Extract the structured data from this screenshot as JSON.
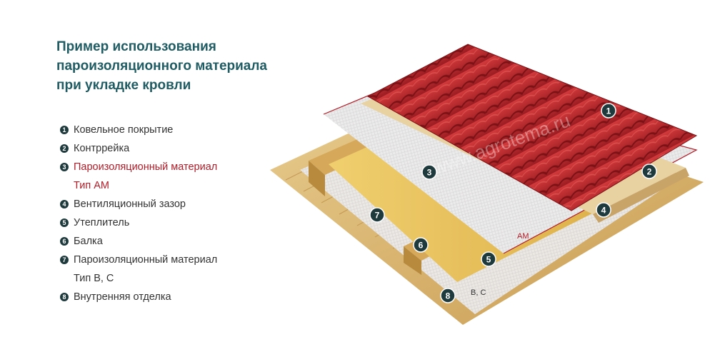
{
  "title": {
    "line1": "Пример использования",
    "line2": "пароизоляционного материала",
    "line3": "при укладке кровли"
  },
  "legend": [
    {
      "number": "1",
      "text": "Ковельное покрытие",
      "sub": ""
    },
    {
      "number": "2",
      "text": "Контррейка",
      "sub": ""
    },
    {
      "number": "3",
      "text": "Пароизоляционный материал",
      "sub": "Тип АМ",
      "color": "#b11d28"
    },
    {
      "number": "4",
      "text": "Вентиляционный зазор",
      "sub": ""
    },
    {
      "number": "5",
      "text": "Утеплитель",
      "sub": ""
    },
    {
      "number": "6",
      "text": "Балка",
      "sub": ""
    },
    {
      "number": "7",
      "text": "Пароизоляционный материал",
      "sub": "Тип В, С"
    },
    {
      "number": "8",
      "text": "Внутренняя отделка",
      "sub": ""
    }
  ],
  "markers": {
    "m1": "1",
    "m2": "2",
    "m3": "3",
    "m4": "4",
    "m5": "5",
    "m6": "6",
    "m7": "7",
    "m8": "8"
  },
  "labels": {
    "am": "АМ",
    "bc": "В, С"
  },
  "watermark": "www.agrotema.ru",
  "colors": {
    "title": "#1f5c63",
    "accent": "#b11d28",
    "marker": "#1f3a3c",
    "tile": "#b8262c",
    "wood": "#d9b36c",
    "insulation": "#e9c15a",
    "membrane": "#eceaea"
  }
}
